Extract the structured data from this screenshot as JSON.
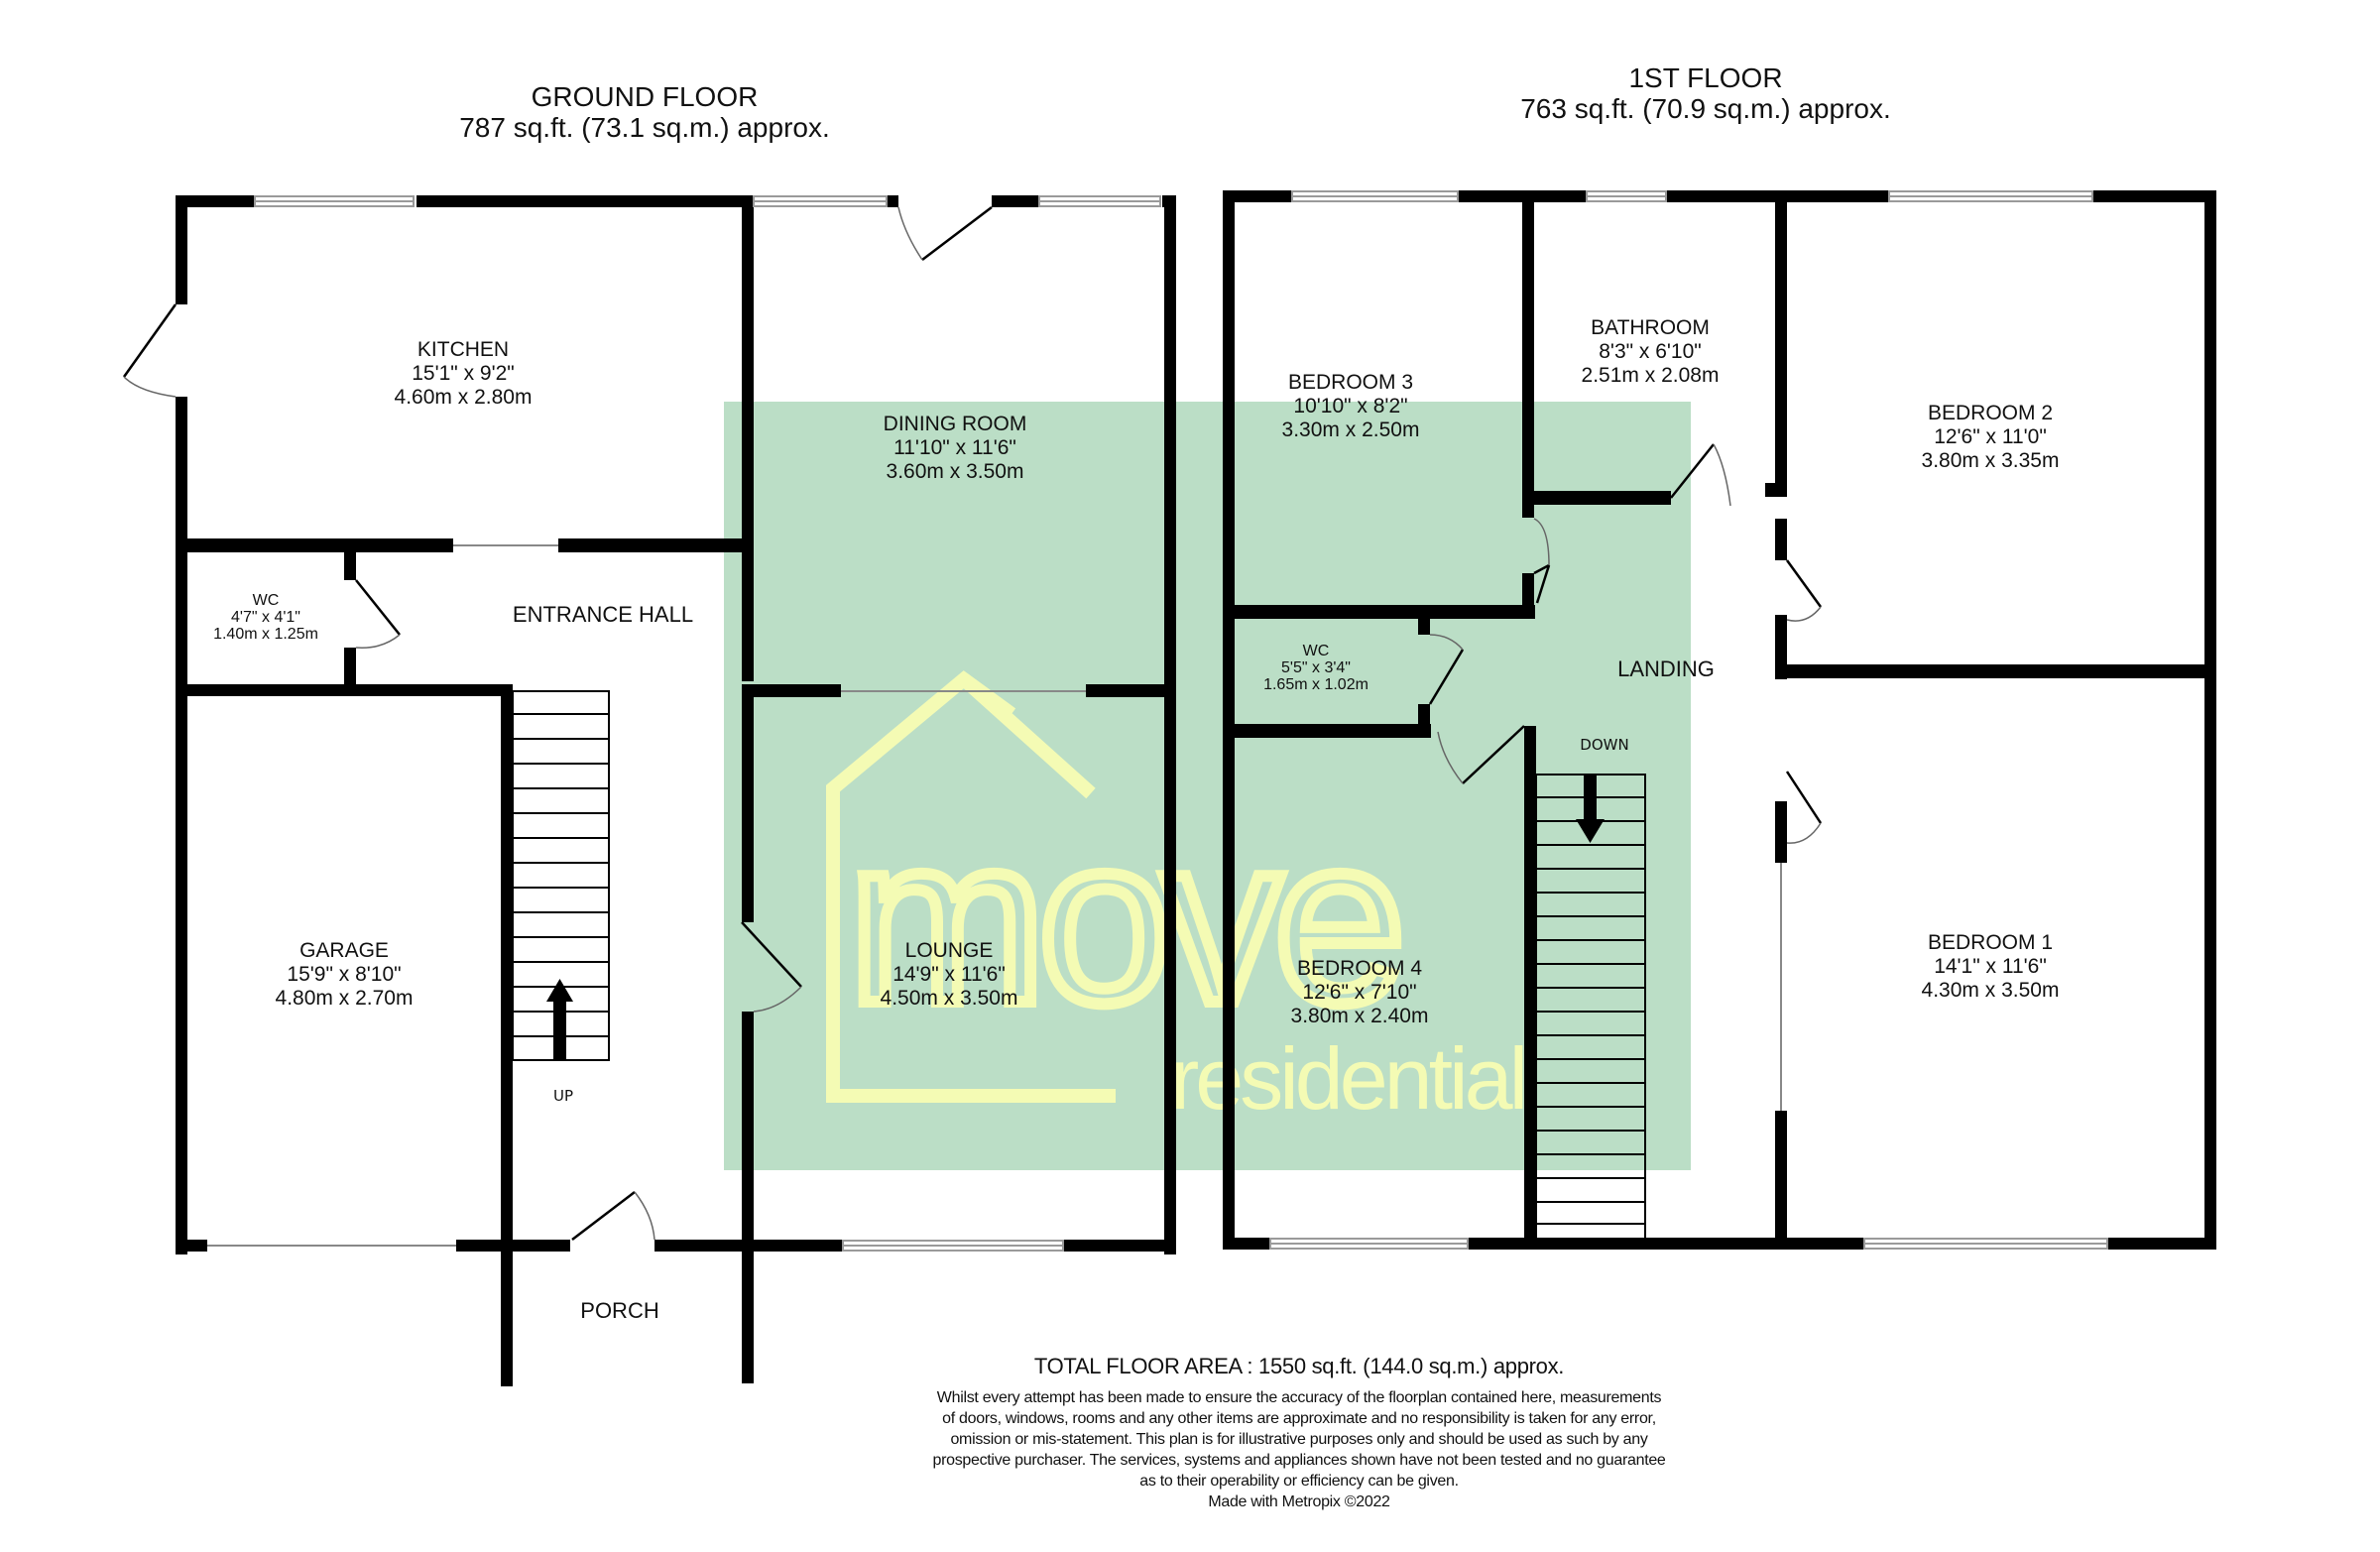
{
  "colors": {
    "wall": "#000000",
    "highlight": "#bbdec6",
    "watermark": "#f4fbb4",
    "window": "#9a9a9a"
  },
  "ground_floor": {
    "title": "GROUND FLOOR",
    "area": "787 sq.ft. (73.1 sq.m.) approx.",
    "rooms": [
      {
        "name": "KITCHEN",
        "imperial": "15'1\"  x 9'2\"",
        "metric": "4.60m  x 2.80m"
      },
      {
        "name": "DINING ROOM",
        "imperial": "11'10\"  x 11'6\"",
        "metric": "3.60m  x 3.50m"
      },
      {
        "name": "WC",
        "imperial": "4'7\"  x 4'1\"",
        "metric": "1.40m  x 1.25m"
      },
      {
        "name": "ENTRANCE HALL"
      },
      {
        "name": "GARAGE",
        "imperial": "15'9\"  x 8'10\"",
        "metric": "4.80m  x 2.70m"
      },
      {
        "name": "LOUNGE",
        "imperial": "14'9\"  x 11'6\"",
        "metric": "4.50m  x 3.50m"
      },
      {
        "name": "PORCH"
      }
    ],
    "stairs_label": "UP"
  },
  "first_floor": {
    "title": "1ST FLOOR",
    "area": "763 sq.ft. (70.9 sq.m.) approx.",
    "rooms": [
      {
        "name": "BEDROOM 3",
        "imperial": "10'10\"  x 8'2\"",
        "metric": "3.30m  x 2.50m"
      },
      {
        "name": "BATHROOM",
        "imperial": "8'3\"  x 6'10\"",
        "metric": "2.51m  x 2.08m"
      },
      {
        "name": "BEDROOM 2",
        "imperial": "12'6\"  x 11'0\"",
        "metric": "3.80m  x 3.35m"
      },
      {
        "name": "WC",
        "imperial": "5'5\"  x 3'4\"",
        "metric": "1.65m  x 1.02m"
      },
      {
        "name": "LANDING"
      },
      {
        "name": "BEDROOM 4",
        "imperial": "12'6\"  x 7'10\"",
        "metric": "3.80m  x 2.40m"
      },
      {
        "name": "BEDROOM 1",
        "imperial": "14'1\"  x 11'6\"",
        "metric": "4.30m  x 3.50m"
      }
    ],
    "stairs_label": "DOWN"
  },
  "watermark": {
    "word": "move",
    "subword": "residential"
  },
  "footer": {
    "total": "TOTAL FLOOR AREA : 1550 sq.ft. (144.0 sq.m.) approx.",
    "disclaimer_lines": [
      "Whilst every attempt has been made to ensure the accuracy of the floorplan contained here, measurements",
      "of doors, windows, rooms and any other items are approximate and no responsibility is taken for any error,",
      "omission or mis-statement. This plan is for illustrative purposes only and should be used as such by any",
      "prospective purchaser. The services, systems and appliances shown have not been tested and no guarantee",
      "as to their operability or efficiency can be given."
    ],
    "credit": "Made with Metropix ©2022"
  }
}
